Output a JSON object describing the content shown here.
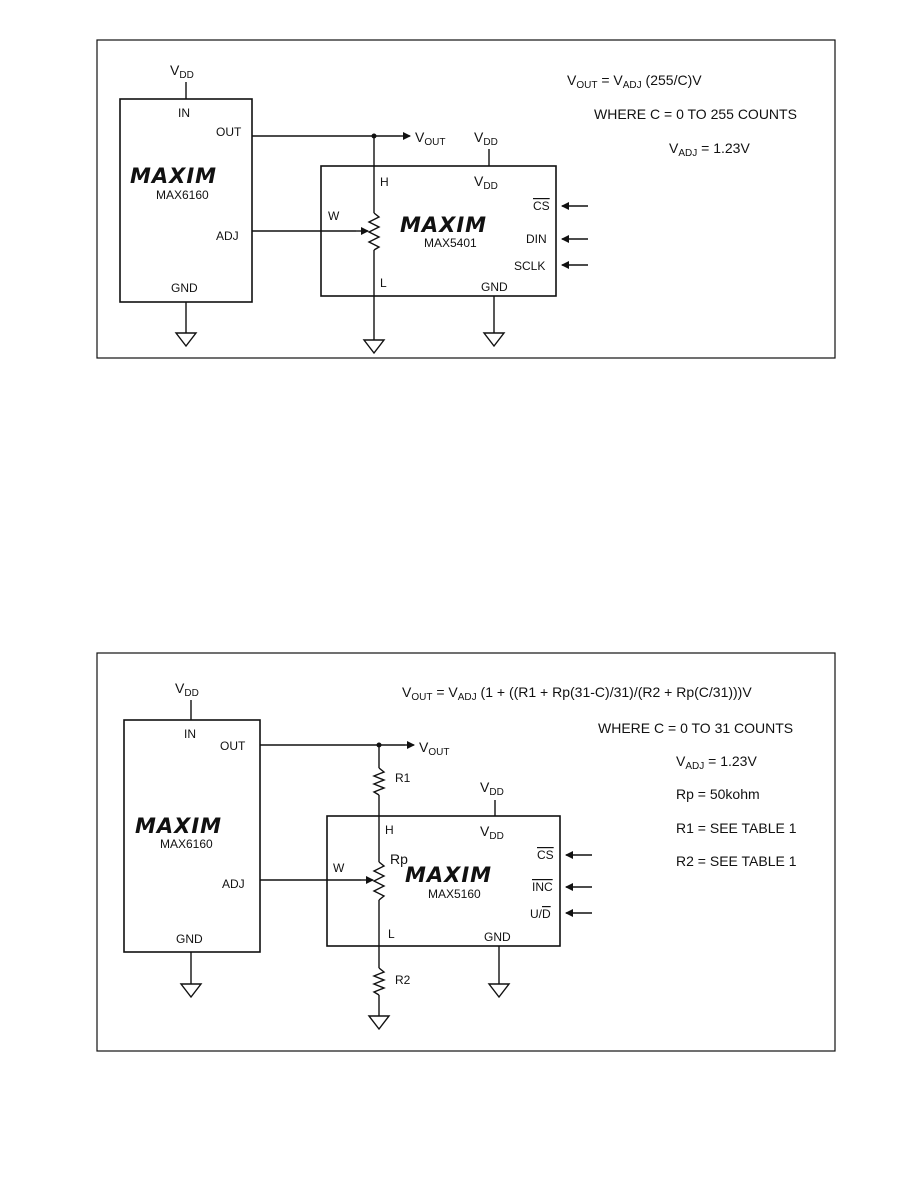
{
  "circuit1": {
    "vdd_v": "V",
    "vdd_sub": "DD",
    "ref_chip": {
      "logo": "MAXIM",
      "part": "MAX6160",
      "pin_in": "IN",
      "pin_out": "OUT",
      "pin_adj": "ADJ",
      "pin_gnd": "GND"
    },
    "vout_v": "V",
    "vout_sub": "OUT",
    "pot_chip": {
      "logo": "MAXIM",
      "part": "MAX5401",
      "vdd_v": "V",
      "vdd_sub": "DD",
      "pin_h": "H",
      "pin_w": "W",
      "pin_l": "L",
      "pin_gnd": "GND",
      "pin_vdd_v": "V",
      "pin_vdd_sub": "DD",
      "pin_cs": "CS",
      "pin_din": "DIN",
      "pin_sclk": "SCLK"
    },
    "equations": {
      "eq1_a": "V",
      "eq1_a_sub": "OUT",
      "eq1_b": " = V",
      "eq1_b_sub": "ADJ",
      "eq1_c": " (255/C)V",
      "eq2": "WHERE C = 0 TO 255 COUNTS",
      "eq3_a": "V",
      "eq3_a_sub": "ADJ",
      "eq3_b": " = 1.23V"
    }
  },
  "circuit2": {
    "vdd_v": "V",
    "vdd_sub": "DD",
    "ref_chip": {
      "logo": "MAXIM",
      "part": "MAX6160",
      "pin_in": "IN",
      "pin_out": "OUT",
      "pin_adj": "ADJ",
      "pin_gnd": "GND"
    },
    "vout_v": "V",
    "vout_sub": "OUT",
    "r1": "R1",
    "r2": "R2",
    "rp": "Rp",
    "pot_chip": {
      "logo": "MAXIM",
      "part": "MAX5160",
      "vdd_v": "V",
      "vdd_sub": "DD",
      "pin_h": "H",
      "pin_w": "W",
      "pin_l": "L",
      "pin_gnd": "GND",
      "pin_vdd_v": "V",
      "pin_vdd_sub": "DD",
      "pin_cs": "CS",
      "pin_inc": "INC",
      "pin_ud_u": "U/",
      "pin_ud_d": "D"
    },
    "equations": {
      "eq1_a": "V",
      "eq1_a_sub": "OUT",
      "eq1_b": " = V",
      "eq1_b_sub": "ADJ",
      "eq1_c": " (1 + ((R1 + Rp(31-C)/31)/(R2 + Rp(C/31)))V",
      "eq2": "WHERE C = 0 TO 31 COUNTS",
      "eq3_a": "V",
      "eq3_a_sub": "ADJ",
      "eq3_b": " = 1.23V",
      "eq4": "Rp = 50kohm",
      "eq5": "R1 = SEE TABLE 1",
      "eq6": "R2 = SEE TABLE 1"
    }
  }
}
